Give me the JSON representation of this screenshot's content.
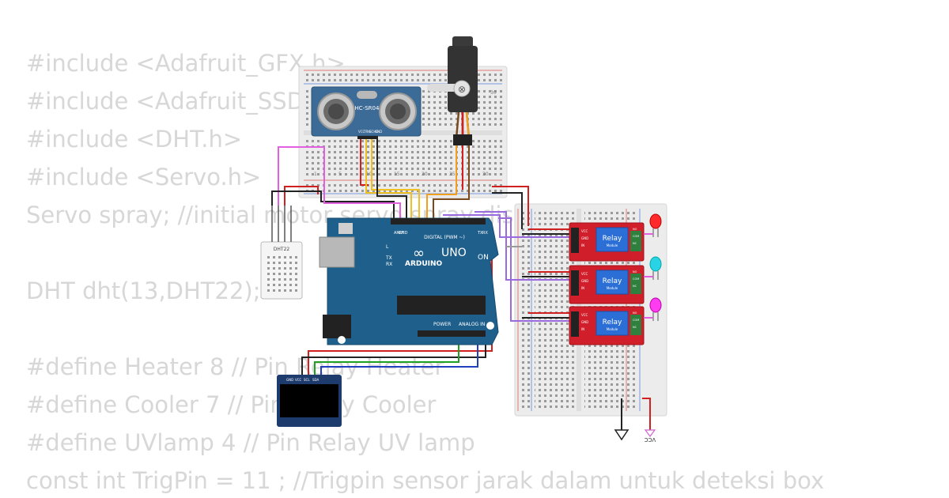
{
  "code_lines": [
    "#include <Adafruit_GFX.h>",
    "#include <Adafruit_SSD1306.h>",
    "#include <DHT.h>",
    "#include <Servo.h>",
    "Servo spray; //initial motor servo spray disinfektan",
    "",
    "DHT dht(13,DHT22);",
    "",
    "#define Heater 8 // Pin Relay Heater",
    "#define Cooler 7 // Pin Relay Cooler",
    "#define UVlamp 4 // Pin Relay UV lamp",
    "const int TrigPin = 11 ; //Trigpin sensor jarak dalam untuk deteksi box"
  ],
  "components": {
    "ultrasonic": {
      "model": "HC-SR04",
      "pins": [
        "VCC",
        "TRIG",
        "ECHO",
        "GND"
      ]
    },
    "dht": {
      "model": "DHT22"
    },
    "arduino": {
      "brand": "ARDUINO",
      "model": "UNO",
      "on_label": "ON",
      "digital_label": "DIGITAL (PWM ~)",
      "power_label": "POWER",
      "analog_label": "ANALOG IN",
      "aref": "AREF",
      "gnd": "GND",
      "tx": "TX",
      "rx": "RX",
      "l": "L"
    },
    "oled": {
      "pins": [
        "GND",
        "VCC",
        "SCL",
        "SDA"
      ]
    },
    "relays": [
      {
        "label": "Relay",
        "sub": "Module",
        "pins": [
          "VCC",
          "GND",
          "IN",
          "NO",
          "COM",
          "NC"
        ]
      },
      {
        "label": "Relay",
        "sub": "Module",
        "pins": [
          "VCC",
          "GND",
          "IN",
          "NO",
          "COM",
          "NC"
        ]
      },
      {
        "label": "Relay",
        "sub": "Module",
        "pins": [
          "VCC",
          "GND",
          "IN",
          "NO",
          "COM",
          "NC"
        ]
      }
    ],
    "vcc_label": "VCC",
    "breadboard_numbers": [
      "1",
      "5",
      "10",
      "15",
      "20",
      "25",
      "30"
    ]
  },
  "colors": {
    "arduino": "#1f5f8b",
    "relay": "#d01f2b",
    "led1": "#ff2a2a",
    "led2": "#29d3e6",
    "led3": "#ff3cf0",
    "code_text": "#d7d7d7"
  }
}
